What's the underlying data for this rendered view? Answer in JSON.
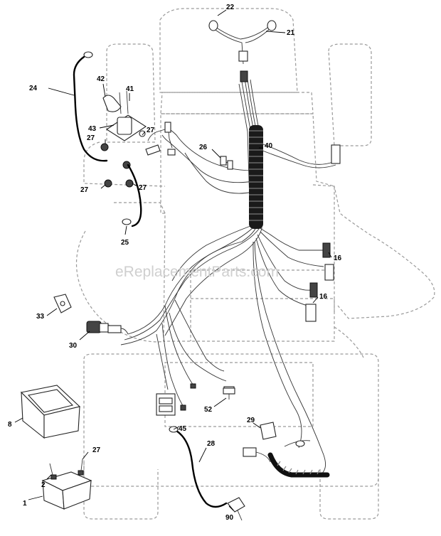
{
  "watermark": "eReplacementParts.com",
  "callouts": [
    {
      "id": "c22",
      "label": "22"
    },
    {
      "id": "c21",
      "label": "21"
    },
    {
      "id": "c42",
      "label": "42"
    },
    {
      "id": "c24",
      "label": "24"
    },
    {
      "id": "c41",
      "label": "41"
    },
    {
      "id": "c43",
      "label": "43"
    },
    {
      "id": "c27a",
      "label": "27"
    },
    {
      "id": "c27b",
      "label": "27"
    },
    {
      "id": "c40",
      "label": "40"
    },
    {
      "id": "c26",
      "label": "26"
    },
    {
      "id": "c27c",
      "label": "27"
    },
    {
      "id": "c27d",
      "label": "27"
    },
    {
      "id": "c25",
      "label": "25"
    },
    {
      "id": "c16a",
      "label": "16"
    },
    {
      "id": "c16b",
      "label": "16"
    },
    {
      "id": "c33",
      "label": "33"
    },
    {
      "id": "c30",
      "label": "30"
    },
    {
      "id": "c52",
      "label": "52"
    },
    {
      "id": "c8",
      "label": "8"
    },
    {
      "id": "c29",
      "label": "29"
    },
    {
      "id": "c45",
      "label": "45"
    },
    {
      "id": "c27e",
      "label": "27"
    },
    {
      "id": "c28",
      "label": "28"
    },
    {
      "id": "c2",
      "label": "2"
    },
    {
      "id": "c1",
      "label": "1"
    },
    {
      "id": "c90",
      "label": "90"
    }
  ]
}
